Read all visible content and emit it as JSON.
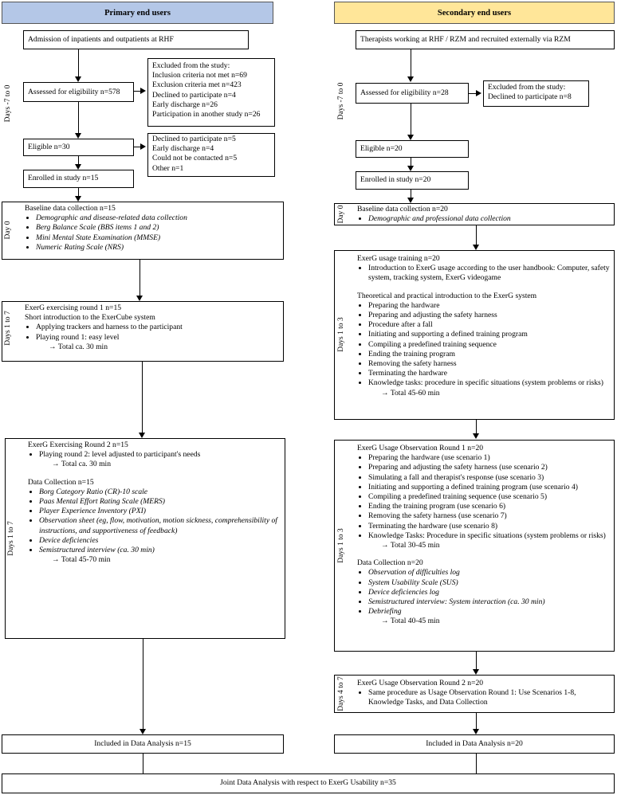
{
  "primary": {
    "header": "Primary end users",
    "admission": "Admission of inpatients and outpatients at RHF",
    "assessed": "Assessed for eligibility n=578",
    "excluded1": [
      "Excluded from the study:",
      "Inclusion criteria not met n=69",
      "Exclusion criteria met n=423",
      "Declined to participate n=4",
      "Early discharge n=26",
      "Participation in another study n=26"
    ],
    "eligible": "Eligible n=30",
    "excluded2": [
      "Declined to participate n=5",
      "Early discharge n=4",
      "Could not be contacted n=5",
      "Other n=1"
    ],
    "enrolled": "Enrolled in study n=15",
    "baseline": {
      "title": "Baseline data collection n=15",
      "items": [
        "Demographic and disease-related data collection",
        "Berg Balance Scale (BBS items 1 and 2)",
        "Mini Mental State Examination (MMSE)",
        "Numeric Rating Scale (NRS)"
      ]
    },
    "round1": {
      "title": "ExerG exercising round 1 n=15",
      "intro": "Short introduction to the ExerCube system",
      "items": [
        "Applying trackers and harness to the participant",
        "Playing round 1: easy level"
      ],
      "total": "→ Total ca. 30 min"
    },
    "round2": {
      "title": "ExerG Exercising Round 2 n=15",
      "items": [
        "Playing round 2: level adjusted to participant's needs"
      ],
      "total": "→ Total ca. 30 min"
    },
    "datacol": {
      "title": "Data Collection n=15",
      "items": [
        "Borg Category Ratio (CR)-10 scale",
        "Paas Mental Effort Rating Scale (MERS)",
        "Player Experience Inventory (PXI)",
        "Observation sheet (eg, flow, motivation, motion sickness, comprehensibility of instructions, and supportiveness of feedback)",
        "Device deficiencies",
        "Semistructured interview (ca. 30 min)"
      ],
      "total": "→ Total 45-70 min"
    },
    "analysis": "Included in Data Analysis n=15"
  },
  "secondary": {
    "header": "Secondary end users",
    "therapists": "Therapists working at RHF / RZM and recruited externally via RZM",
    "assessed": "Assessed for eligibility n=28",
    "excluded": [
      "Excluded from the study:",
      "Declined to participate n=8"
    ],
    "eligible": "Eligible n=20",
    "enrolled": "Enrolled in study n=20",
    "baseline": {
      "title": "Baseline data collection n=20",
      "items": [
        "Demographic and professional data collection"
      ]
    },
    "training": {
      "title": "ExerG usage training n=20",
      "items1": [
        "Introduction to ExerG usage according to the user handbook: Computer, safety system, tracking system, ExerG videogame"
      ],
      "subtitle": "Theoretical and practical introduction to the ExerG system",
      "items2": [
        "Preparing the hardware",
        "Preparing and adjusting the safety harness",
        "Procedure after a fall",
        "Initiating and supporting a defined training program",
        "Compiling a predefined training sequence",
        "Ending the training program",
        "Removing the safety harness",
        "Terminating the hardware",
        "Knowledge tasks: procedure in specific situations (system problems or risks)"
      ],
      "total": "→ Total 45-60 min"
    },
    "obs1": {
      "title": "ExerG Usage Observation Round 1 n=20",
      "items": [
        "Preparing the hardware (use scenario 1)",
        "Preparing and adjusting the safety harness (use scenario 2)",
        "Simulating a fall and therapist's response (use scenario 3)",
        "Initiating and supporting a defined training program (use scenario 4)",
        "Compiling a predefined training sequence (use scenario 5)",
        "Ending the training program (use scenario 6)",
        "Removing the safety harness (use scenario 7)",
        "Terminating the hardware (use scenario 8)",
        "Knowledge Tasks: Procedure in specific situations (system problems or risks)"
      ],
      "total": "→ Total 30-45 min"
    },
    "datacol": {
      "title": "Data Collection n=20",
      "items": [
        "Observation of difficulties log",
        "System Usability Scale (SUS)",
        "Device deficiencies log",
        "Semistructured interview: System interaction (ca. 30 min)",
        "Debriefing"
      ],
      "total": "→ Total 40-45 min"
    },
    "obs2": {
      "title": "ExerG Usage Observation Round 2 n=20",
      "items": [
        "Same procedure as Usage Observation Round 1: Use Scenarios 1-8, Knowledge Tasks, and Data Collection"
      ]
    },
    "analysis": "Included in Data Analysis n=20"
  },
  "joint": "Joint Data Analysis with respect to ExerG Usability n=35",
  "day_labels": {
    "p_pre": "Days -7 to 0",
    "p_day0": "Day 0",
    "p_r1": "Days 1 to 7",
    "p_r2": "Days 1 to 7",
    "s_pre": "Days -7 to 0",
    "s_day0": "Day 0",
    "s_train": "Days 1 to 3",
    "s_obs1": "Days 1 to 3",
    "s_obs2": "Days 4 to 7"
  }
}
